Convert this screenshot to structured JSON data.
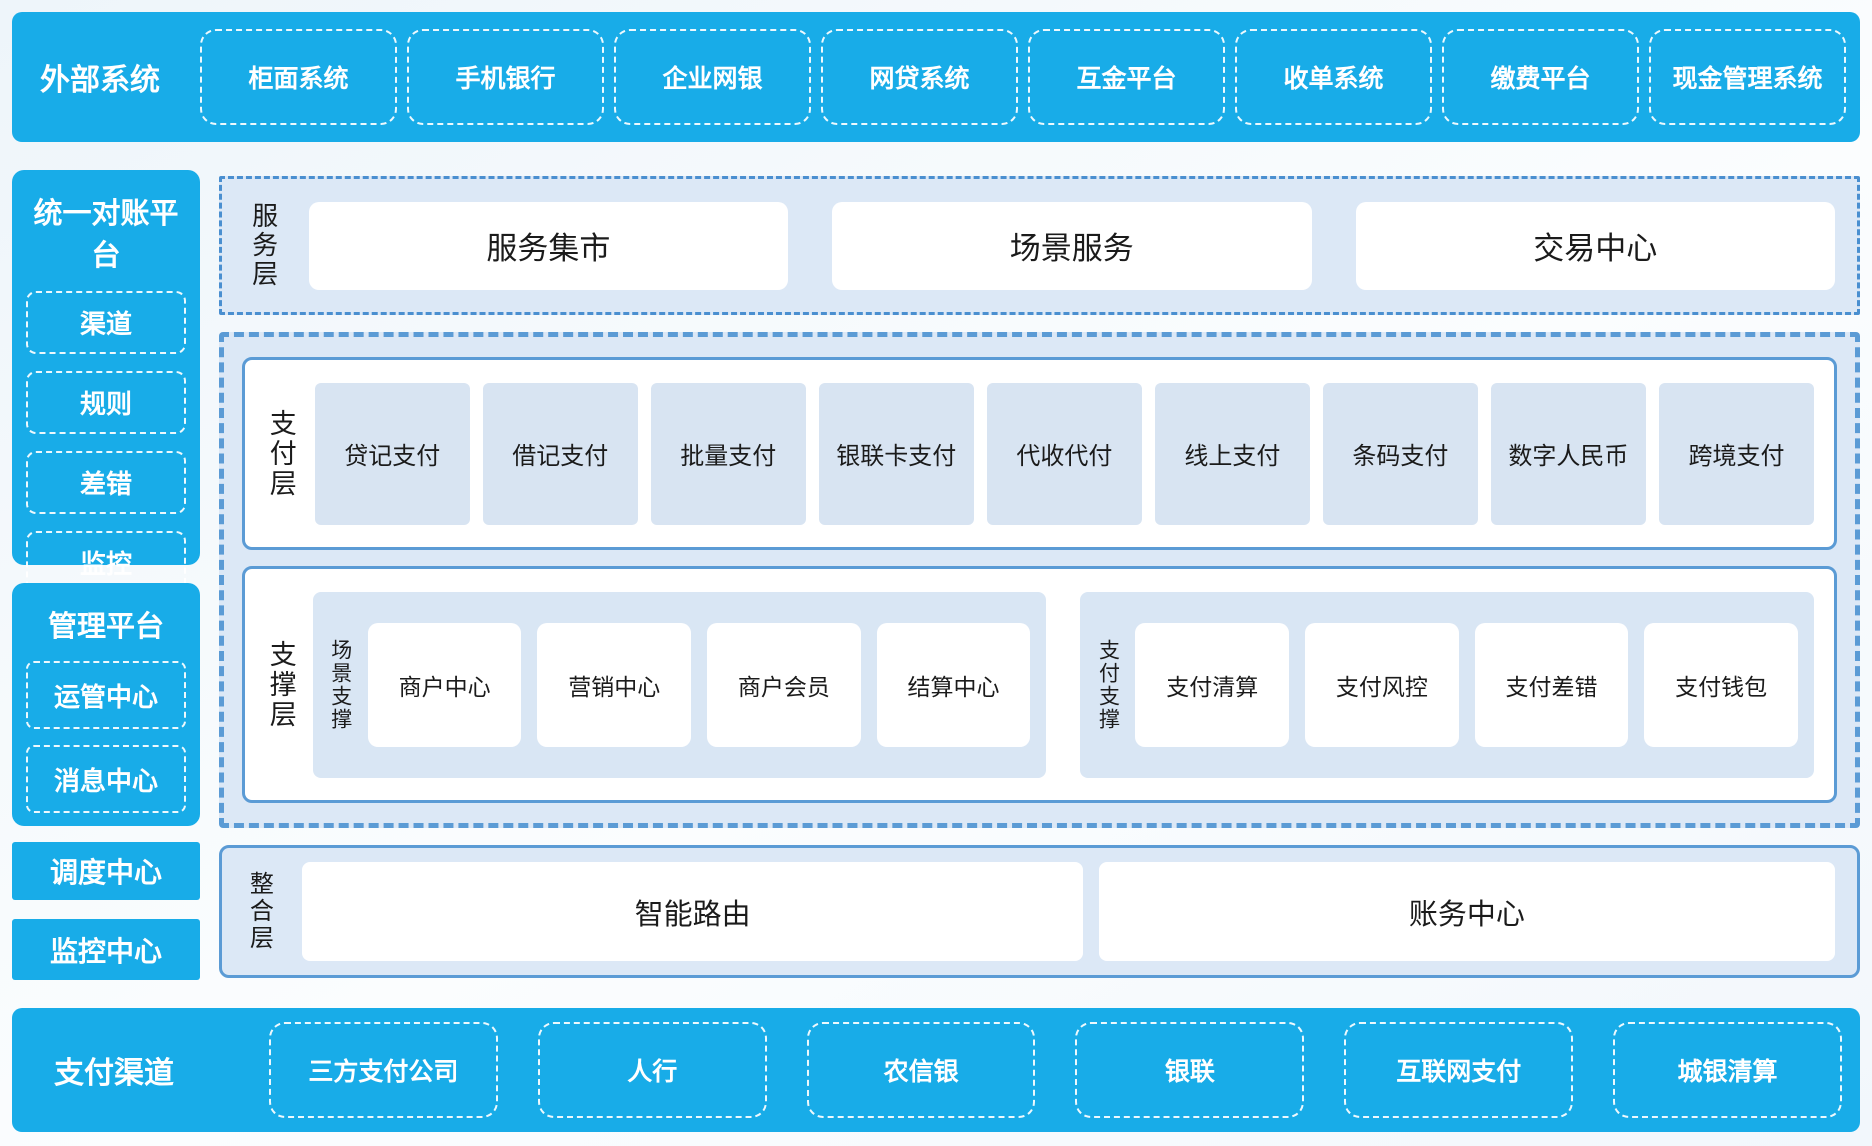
{
  "colors": {
    "accent_blue": "#18ACE8",
    "border_blue": "#5B9BD5",
    "dashdot_blue": "#4A8FD0",
    "panel_bg": "#DCE8F6",
    "item_bg": "#D8E4F2",
    "text_dark": "#1B1B1B",
    "text_light": "#FFFFFF"
  },
  "top_bar": {
    "title": "外部系统",
    "items": [
      "柜面系统",
      "手机银行",
      "企业网银",
      "网贷系统",
      "互金平台",
      "收单系统",
      "缴费平台",
      "现金管理系统"
    ]
  },
  "left": {
    "reconciliation": {
      "title": "统一对账平台",
      "items": [
        "渠道",
        "规则",
        "差错",
        "监控"
      ]
    },
    "management": {
      "title": "管理平台",
      "items": [
        "运管中心",
        "消息中心"
      ]
    },
    "solo_boxes": [
      "调度中心",
      "监控中心"
    ]
  },
  "layers": {
    "service": {
      "label": "服务层",
      "items": [
        "服务集市",
        "场景服务",
        "交易中心"
      ]
    },
    "payment": {
      "label": "支付层",
      "items": [
        "贷记支付",
        "借记支付",
        "批量支付",
        "银联卡支付",
        "代收代付",
        "线上支付",
        "条码支付",
        "数字人民币",
        "跨境支付"
      ]
    },
    "support": {
      "label": "支撑层",
      "groups": [
        {
          "label": "场景支撑",
          "items": [
            "商户中心",
            "营销中心",
            "商户会员",
            "结算中心"
          ]
        },
        {
          "label": "支付支撑",
          "items": [
            "支付清算",
            "支付风控",
            "支付差错",
            "支付钱包"
          ]
        }
      ]
    },
    "integration": {
      "label": "整合层",
      "items": [
        "智能路由",
        "账务中心"
      ]
    }
  },
  "bottom_bar": {
    "title": "支付渠道",
    "items": [
      "三方支付公司",
      "人行",
      "农信银",
      "银联",
      "互联网支付",
      "城银清算"
    ]
  }
}
